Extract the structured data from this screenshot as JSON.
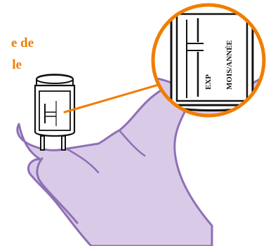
{
  "caption": {
    "line1": "e de",
    "line2": "le",
    "color": "#f07d00"
  },
  "vial_label": {
    "exp_text": "EXP",
    "date_format_text": "MOIS/ANNÉE"
  },
  "colors": {
    "glove_fill": "#d9cbe8",
    "glove_stroke": "#8f6fb6",
    "magnifier_ring": "#f07d00",
    "vial_outline": "#111111"
  },
  "icons": {
    "hand": "gloved-hand-icon",
    "vial": "vial-icon",
    "magnifier": "magnifier-lens-icon"
  }
}
